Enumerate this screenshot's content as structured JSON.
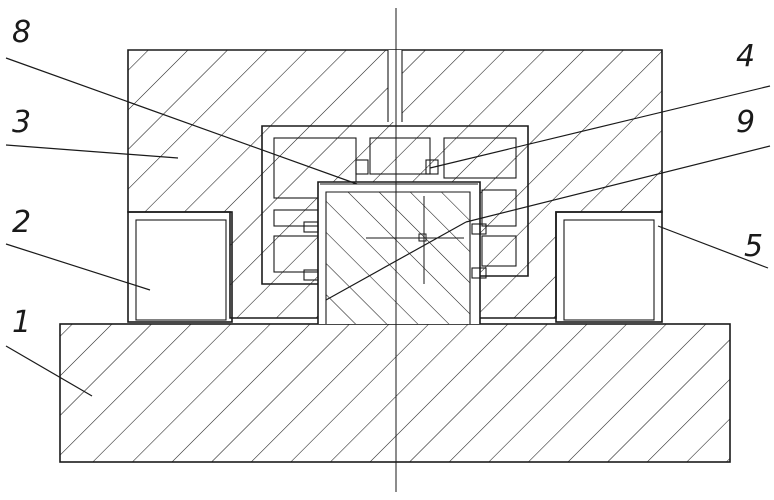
{
  "labels": {
    "part_1": "1",
    "part_2": "2",
    "part_3": "3",
    "part_4": "4",
    "part_5": "5",
    "part_8": "8",
    "part_9": "9"
  },
  "colors": {
    "line": "#1a1a1a",
    "background": "#ffffff"
  }
}
